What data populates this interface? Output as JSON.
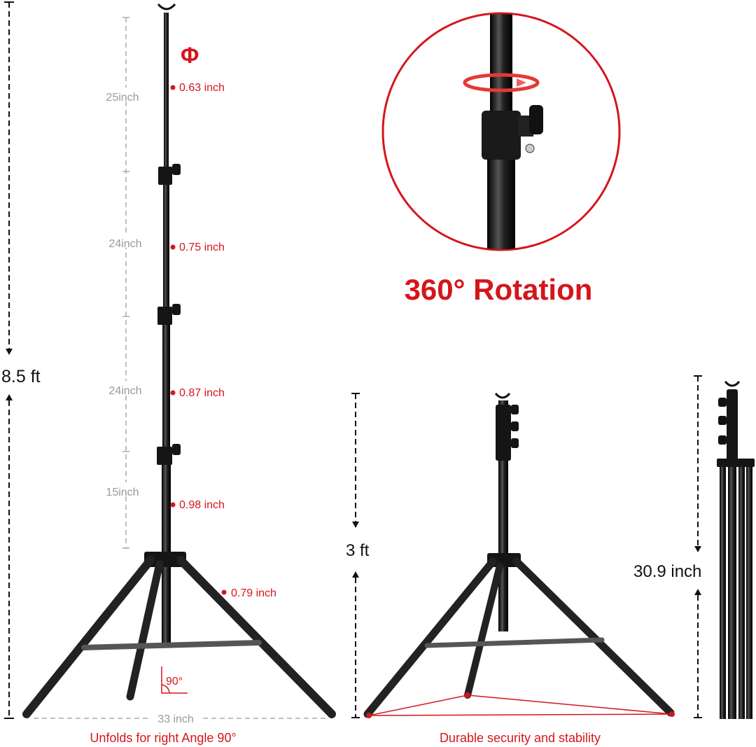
{
  "colors": {
    "accent_red": "#d4161c",
    "dimension_gray": "#9a9a9a",
    "metal": "#1c1c1c"
  },
  "left_stand": {
    "total_height": "8.5 ft",
    "diameter_symbol": "Φ",
    "sections": [
      {
        "length": "25inch",
        "diameter": "0.63 inch"
      },
      {
        "length": "24inch",
        "diameter": "0.75 inch"
      },
      {
        "length": "24inch",
        "diameter": "0.87 inch"
      },
      {
        "length": "15inch",
        "diameter": "0.98 inch"
      }
    ],
    "leg_diameter": "0.79 inch",
    "angle": "90°",
    "base_width": "33 inch",
    "caption": "Unfolds for right Angle 90°"
  },
  "rotation": {
    "title": "360° Rotation"
  },
  "middle_stand": {
    "min_height": "3 ft",
    "caption": "Durable security and stability"
  },
  "folded_stand": {
    "folded_length": "30.9 inch"
  }
}
